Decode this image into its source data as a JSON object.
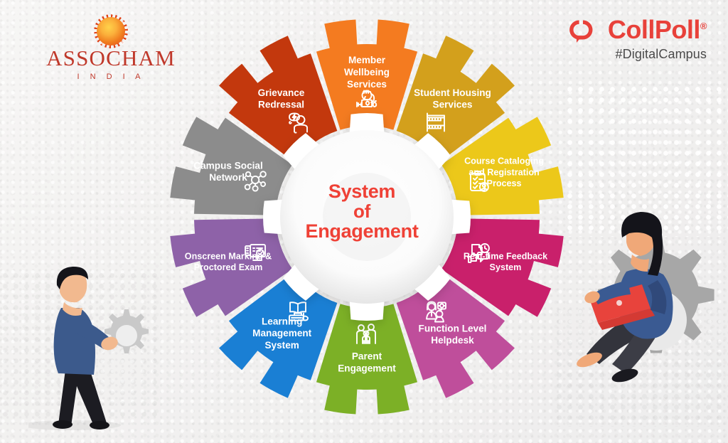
{
  "brand_left": {
    "name": "ASSOCHAM",
    "subtitle": "I N D I A",
    "icon": "sun-burst-icon"
  },
  "brand_right": {
    "name": "CollPoll",
    "registered": "®",
    "hashtag": "#DigitalCampus",
    "icon": "collpoll-speech-bubble-icon"
  },
  "hub": {
    "line1": "System",
    "line2": "of",
    "line3": "Engagement",
    "text_color": "#ef4136",
    "icon": "gear-icon"
  },
  "colors": {
    "grievance": "#c3380d",
    "wellbeing": "#f47b20",
    "housing": "#d3a01c",
    "course": "#ecc81a",
    "feedback": "#c9206b",
    "helpdesk": "#bf4e9b",
    "parent": "#7cb026",
    "lms": "#1a7fd4",
    "onscreen": "#8e62a8",
    "social": "#8c8c8c"
  },
  "segments": [
    {
      "id": "member-wellbeing-services",
      "label_lines": [
        "Member",
        "Wellbeing",
        "Services"
      ],
      "color": "#f47b20",
      "icon": "wellness-person-dumbbell-heart-apple-icon"
    },
    {
      "id": "student-housing-services",
      "label_lines": [
        "Student Housing",
        "Services"
      ],
      "color": "#d3a01c",
      "icon": "bunk-bed-icon"
    },
    {
      "id": "course-cataloging-and-registration-process",
      "label_lines": [
        "Course Cataloging",
        "and Registration",
        "Process"
      ],
      "color": "#ecc81a",
      "icon": "clipboard-checklist-user-icon"
    },
    {
      "id": "real-time-feedback-system",
      "label_lines": [
        "Real-time Feedback",
        "System"
      ],
      "color": "#c9206b",
      "icon": "document-clock-thumbsup-chat-icon"
    },
    {
      "id": "function-level-helpdesk",
      "label_lines": [
        "Function Level",
        "Helpdesk"
      ],
      "color": "#bf4e9b",
      "icon": "headset-agents-icon"
    },
    {
      "id": "parent-engagement",
      "label_lines": [
        "Parent",
        "Engagement"
      ],
      "color": "#7cb026",
      "icon": "family-parents-child-icon"
    },
    {
      "id": "learning-management-system",
      "label_lines": [
        "Learning",
        "Management",
        "System"
      ],
      "color": "#1a7fd4",
      "icon": "open-book-computer-icon"
    },
    {
      "id": "onscreen-marking-and-proctored-exam",
      "label_lines": [
        "Onscreen Marking &",
        "Proctored Exam"
      ],
      "color": "#8e62a8",
      "icon": "monitor-checklist-tick-icon"
    },
    {
      "id": "campus-social-network",
      "label_lines": [
        "Campus Social",
        "Network"
      ],
      "color": "#8c8c8c",
      "icon": "network-nodes-icon"
    },
    {
      "id": "grievance-redressal",
      "label_lines": [
        "Grievance",
        "Redressal"
      ],
      "color": "#c3380d",
      "icon": "person-lightning-thought-bubble-icon"
    }
  ],
  "illustrations": [
    {
      "id": "man-holding-gear",
      "description": "man-with-gear-illustration"
    },
    {
      "id": "woman-with-laptop",
      "description": "woman-sitting-laptop-illustration"
    }
  ]
}
